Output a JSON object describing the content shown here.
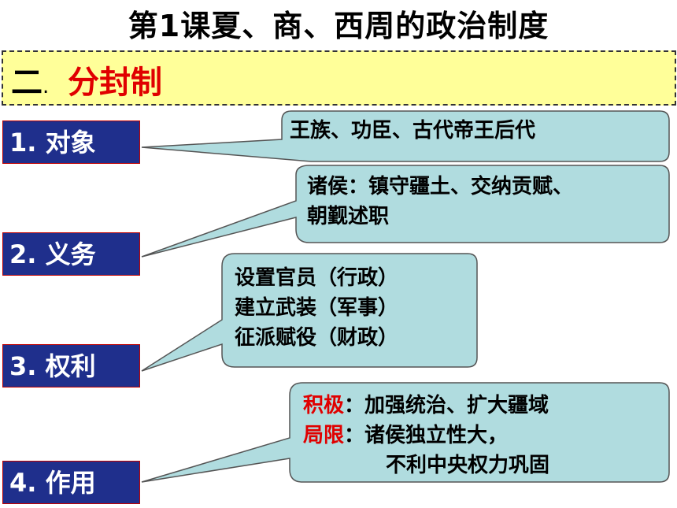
{
  "title": "第1课夏、商、西周的政治制度",
  "section": {
    "number": "二",
    "dot": ".",
    "name": "分封制"
  },
  "items": [
    {
      "label": "1. 对象",
      "callout": [
        "王族、功臣、古代帝王后代"
      ]
    },
    {
      "label": "2. 义务",
      "callout": [
        "诸侯：镇守疆土、交纳贡赋、",
        "朝觐述职"
      ]
    },
    {
      "label": "3. 权利",
      "callout": [
        "设置官员（行政）",
        "建立武装（军事）",
        "征派赋役（财政）"
      ]
    },
    {
      "label": "4. 作用",
      "callout_positive_key": "积极",
      "callout_positive_text": "：加强统治、扩大疆域",
      "callout_limit_key": "局限",
      "callout_limit_text": "：诸侯独立性大，",
      "callout_limit_cont": "不利中央权力巩固"
    }
  ],
  "colors": {
    "label_bg": "#1f2f8c",
    "callout_bg": "#b0dcdf",
    "highlight": "#e00000",
    "section_bg": "#ffff99"
  }
}
